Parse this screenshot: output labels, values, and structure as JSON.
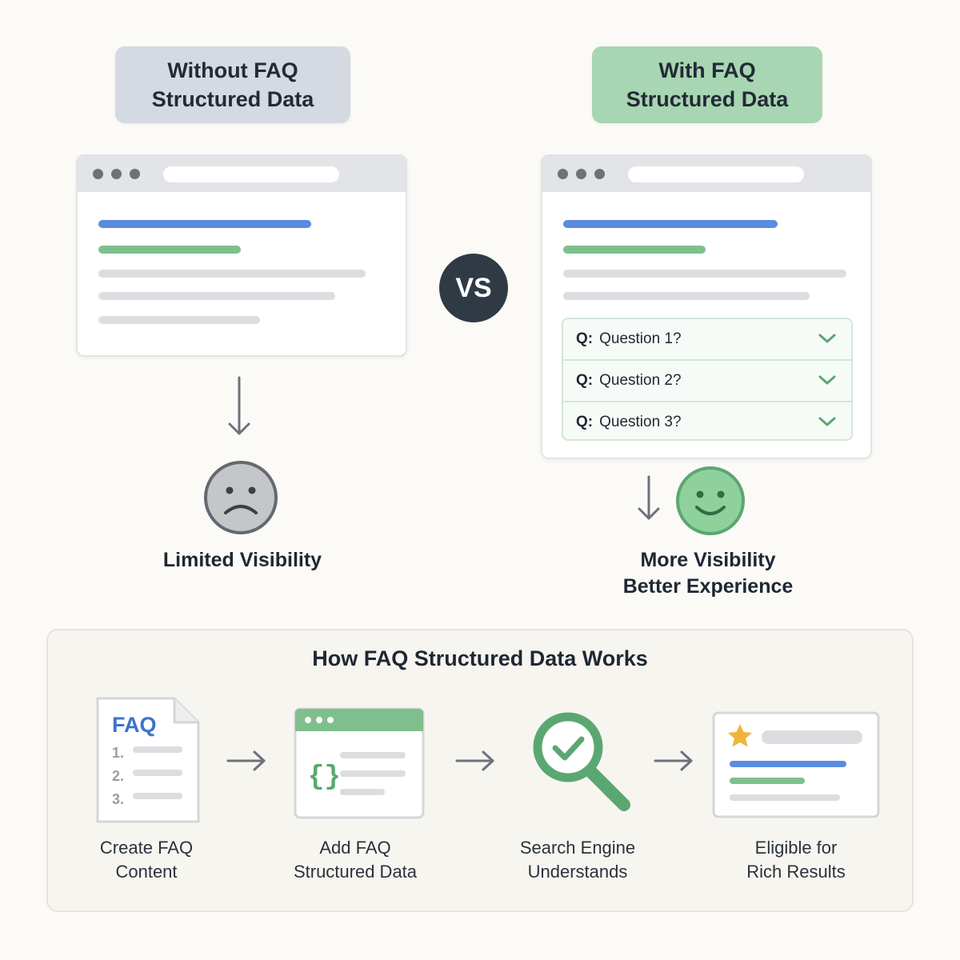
{
  "header": {
    "left_line1": "Without FAQ",
    "left_line2": "Structured Data",
    "right_line1": "With FAQ",
    "right_line2": "Structured Data"
  },
  "vs_label": "VS",
  "faq": {
    "q_prefix": "Q:",
    "items": [
      "Question 1?",
      "Question 2?",
      "Question 3?"
    ]
  },
  "outcomes": {
    "left": "Limited Visibility",
    "right_line1": "More Visibility",
    "right_line2": "Better Experience"
  },
  "process": {
    "title": "How FAQ Structured Data Works",
    "faq_doc_title": "FAQ",
    "doc_numbers": [
      "1.",
      "2.",
      "3."
    ],
    "code_glyph": "{}",
    "steps": [
      {
        "line1": "Create FAQ",
        "line2": "Content"
      },
      {
        "line1": "Add FAQ",
        "line2": "Structured Data"
      },
      {
        "line1": "Search Engine",
        "line2": "Understands"
      },
      {
        "line1": "Eligible for",
        "line2": "Rich Results"
      }
    ]
  },
  "colors": {
    "accent_green": "#5aa772",
    "accent_blue": "#5b8bde",
    "dark": "#2f3a45",
    "star": "#f0b43a"
  },
  "icons": [
    "sad-face-icon",
    "happy-face-icon",
    "down-arrow-icon",
    "right-arrow-icon",
    "chevron-down-icon",
    "document-icon",
    "code-window-icon",
    "magnifier-check-icon",
    "rich-result-card-icon",
    "star-icon"
  ]
}
